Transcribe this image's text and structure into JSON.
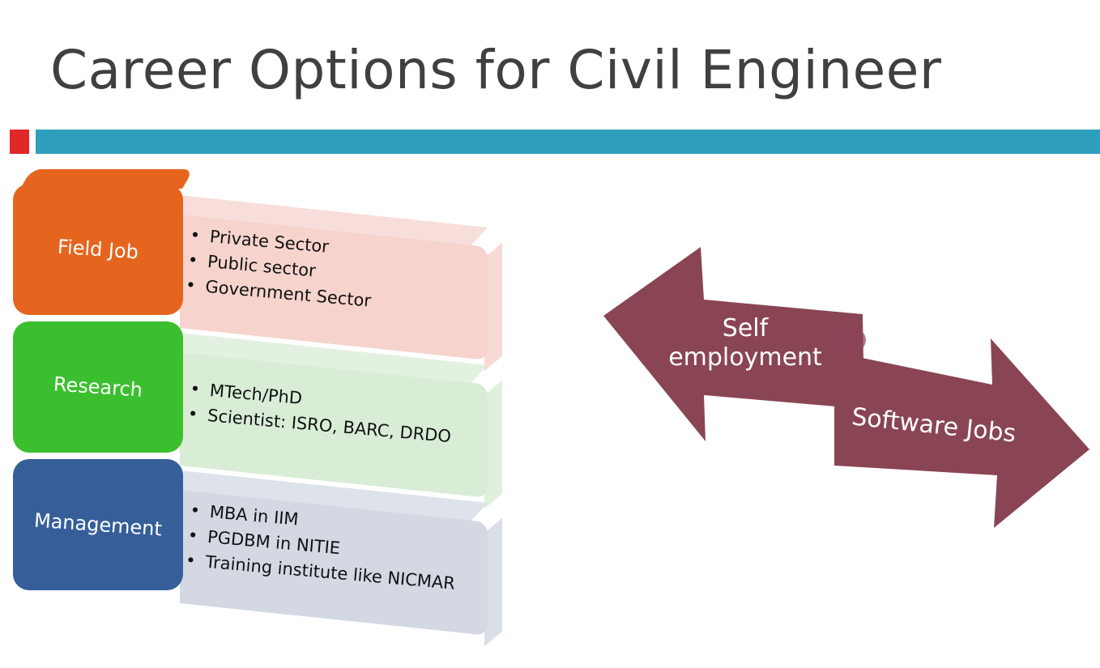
{
  "slide": {
    "title": "Career Options for Civil Engineer"
  },
  "colors": {
    "accent_red": "#e02828",
    "accent_teal": "#2e9fbd",
    "field_job": "#e5651e",
    "field_job_detail": "#f6d3cd",
    "research": "#3cbf2e",
    "research_detail": "#d9edd6",
    "management": "#365f9a",
    "management_detail": "#d3d8e3",
    "arrow": "#8a4555"
  },
  "categories": [
    {
      "label": "Field Job",
      "items": [
        "Private Sector",
        "Public sector",
        "Government Sector"
      ]
    },
    {
      "label": "Research",
      "items": [
        "MTech/PhD",
        "Scientist: ISRO, BARC, DRDO"
      ]
    },
    {
      "label": "Management",
      "items": [
        "MBA in IIM",
        "PGDBM in NITIE",
        "Training institute like NICMAR"
      ]
    }
  ],
  "arrows": {
    "left_label_line1": "Self",
    "left_label_line2": "employment",
    "right_label": "Software Jobs"
  }
}
